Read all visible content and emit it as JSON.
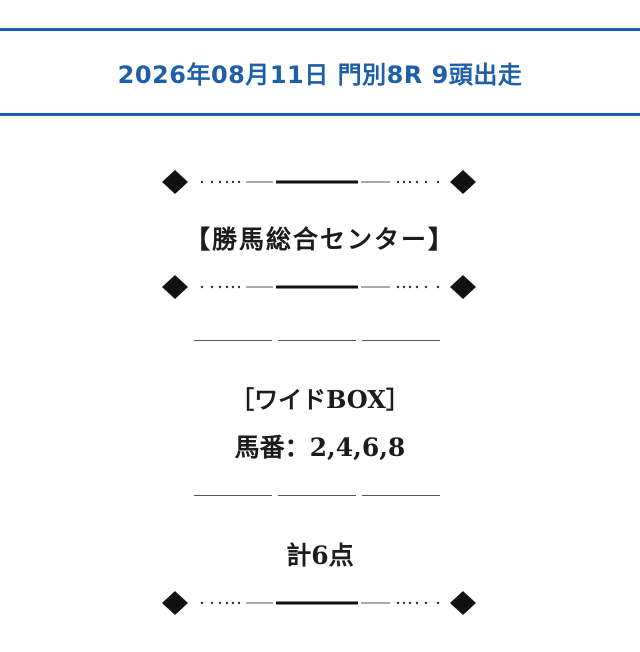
{
  "race": {
    "header_title": "2026年08月11日 門別8R 9頭出走"
  },
  "tip": {
    "source_title": "【勝馬総合センター】",
    "bet_type": "［ワイドBOX］",
    "horse_numbers": "馬番：2,4,6,8",
    "total_points": "計6点"
  },
  "colors": {
    "accent_blue": "#1f5fa8",
    "text": "#1c1c1c"
  }
}
